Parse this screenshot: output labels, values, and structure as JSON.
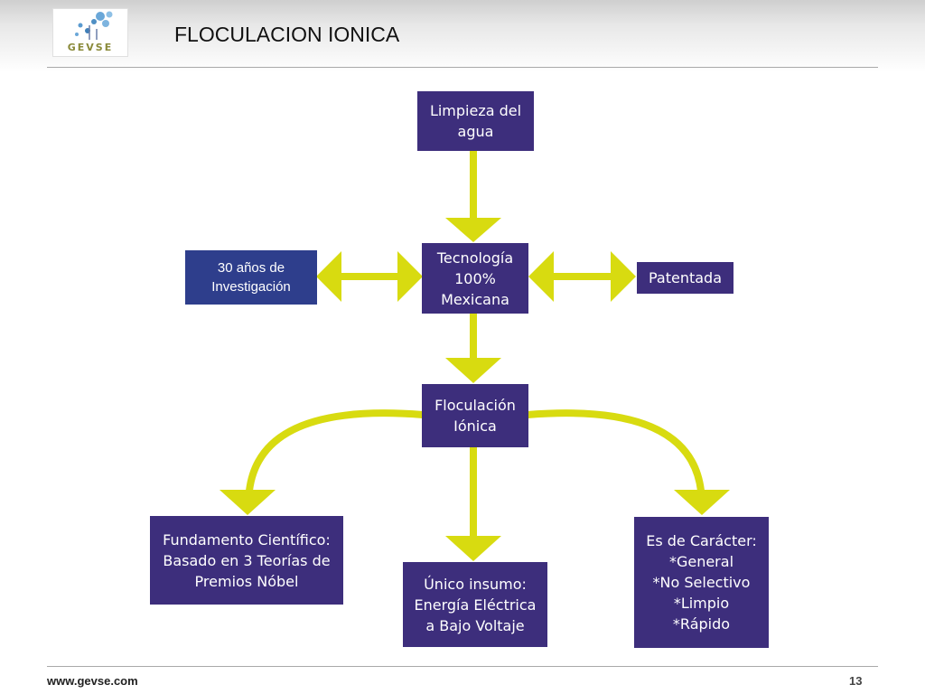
{
  "header": {
    "title": "FLOCULACION IONICA",
    "logo_text": "GEVSE"
  },
  "diagram": {
    "nodes": {
      "limpieza": "Limpieza del\nagua",
      "tecnologia": "Tecnología\n100%\nMexicana",
      "investigacion": "30 años de\nInvestigación",
      "patentada": "Patentada",
      "floculacion": "Floculación\nIónica",
      "fundamento": "Fundamento Científico:\nBasado en 3 Teorías de\nPremios Nóbel",
      "insumo": "Único insumo:\nEnergía Eléctrica\na Bajo Voltaje",
      "caracter": "Es de Carácter:\n*General\n*No Selectivo\n*Limpio\n*Rápido"
    },
    "colors": {
      "box": "#3d2e7c",
      "arrow": "#d8db10"
    }
  },
  "footer": {
    "url": "www.gevse.com",
    "page_number": "13"
  }
}
